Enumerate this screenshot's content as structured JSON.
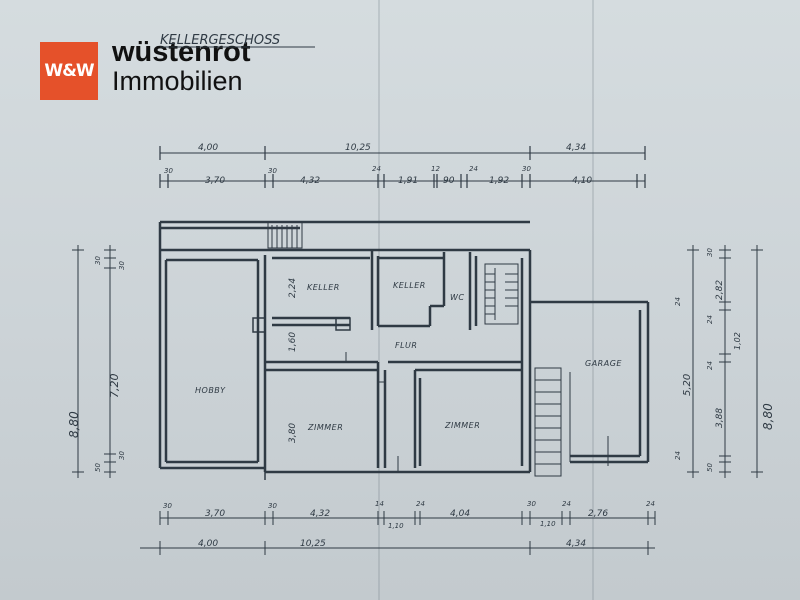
{
  "brand": {
    "mark": "W&W",
    "name": "wüstenrot",
    "subtitle": "Immobilien",
    "color": "#e5512a"
  },
  "plan": {
    "title": "KELLERGESCHOSS",
    "rooms": {
      "keller1": "KELLER",
      "keller2": "KELLER",
      "wc": "WC",
      "flur": "FLUR",
      "hobby": "HOBBY",
      "zimmer1": "ZIMMER",
      "zimmer2": "ZIMMER",
      "garage": "GARAGE"
    },
    "top_dims": {
      "row1": [
        "4,00",
        "10,25",
        "4,34"
      ],
      "row2": [
        "30",
        "3,70",
        "30",
        "4,32",
        "24",
        "1,91",
        "12",
        "90",
        "24",
        "1,92",
        "30",
        "4,10"
      ]
    },
    "bottom_dims": {
      "row1": [
        "30",
        "3,70",
        "30",
        "4,32",
        "14",
        "24",
        "4,04",
        "30",
        "24",
        "2,76",
        "24",
        "1,10",
        "1,10"
      ],
      "row2": [
        "4,00",
        "10,25",
        "4,34"
      ]
    },
    "left_dims": [
      "8,80",
      "7,20",
      "30",
      "50",
      "30",
      "30"
    ],
    "right_dims": [
      "30",
      "24",
      "2,82",
      "24",
      "1,02",
      "24",
      "5,20",
      "3,88",
      "24",
      "50",
      "8,80"
    ],
    "inner_dims": [
      "2,24",
      "1,60",
      "3,80"
    ]
  }
}
